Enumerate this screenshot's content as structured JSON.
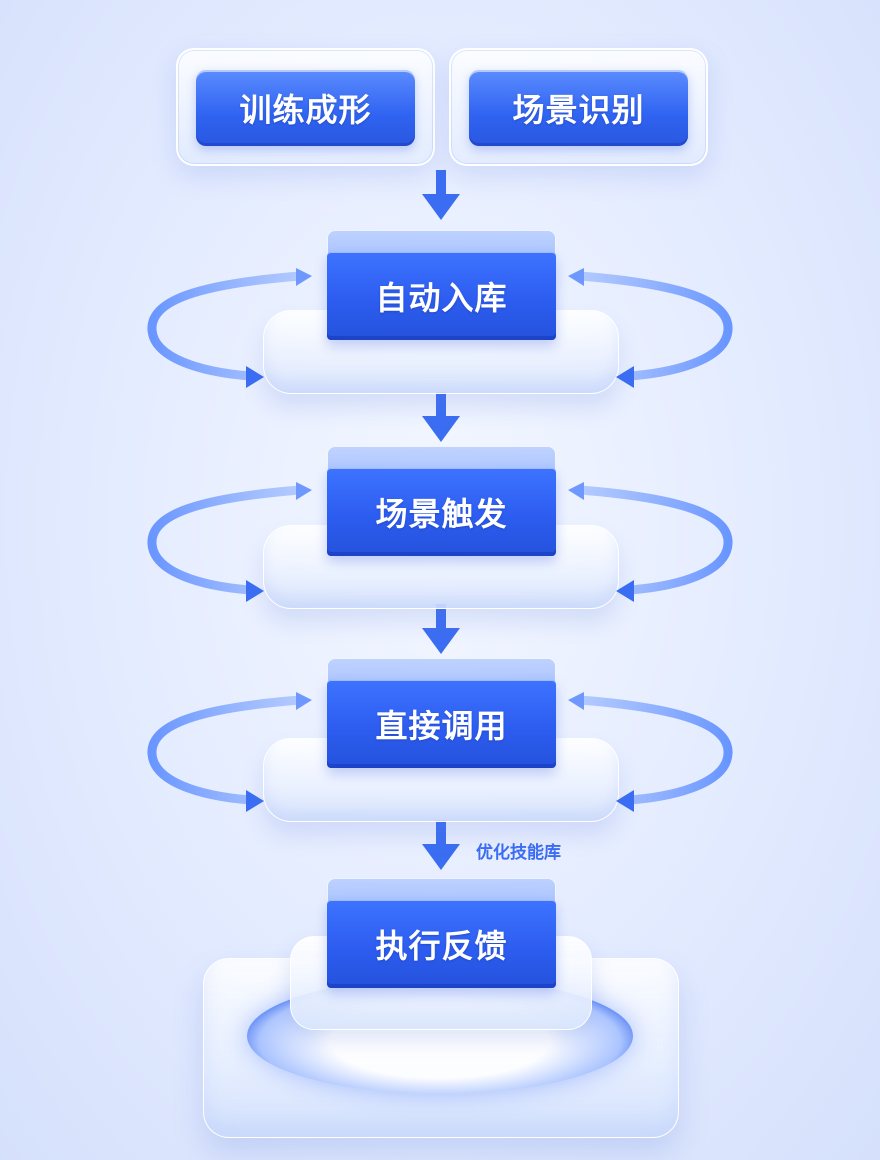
{
  "top_nodes": [
    {
      "label": "训练成形"
    },
    {
      "label": "场景识别"
    }
  ],
  "steps": [
    {
      "label": "自动入库"
    },
    {
      "label": "场景触发"
    },
    {
      "label": "直接调用"
    },
    {
      "label": "执行反馈"
    }
  ],
  "edge_label": "优化技能库",
  "colors": {
    "accent": "#2f63f1",
    "arrow": "#3b6df2",
    "background": "#e3ebff"
  }
}
